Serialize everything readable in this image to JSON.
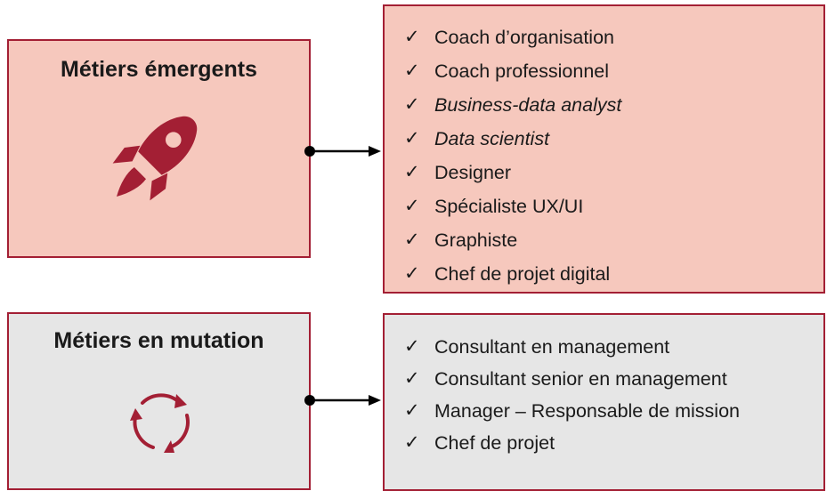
{
  "colors": {
    "accent": "#a31f34",
    "pink_fill": "#f6c8bd",
    "grey_fill": "#e6e6e6"
  },
  "emerging": {
    "title": "Métiers émergents",
    "icon": "rocket-icon",
    "items": [
      {
        "label": "Coach d’organisation",
        "italic": false
      },
      {
        "label": "Coach professionnel",
        "italic": false
      },
      {
        "label": "Business-data analyst",
        "italic": true
      },
      {
        "label": "Data scientist",
        "italic": true
      },
      {
        "label": "Designer",
        "italic": false
      },
      {
        "label": "Spécialiste UX/UI",
        "italic": false
      },
      {
        "label": "Graphiste",
        "italic": false
      },
      {
        "label": "Chef de projet digital",
        "italic": false
      }
    ]
  },
  "mutation": {
    "title": "Métiers en mutation",
    "icon": "cycle-arrows-icon",
    "items": [
      {
        "label": "Consultant en management",
        "italic": false
      },
      {
        "label": "Consultant senior en management",
        "italic": false
      },
      {
        "label": "Manager – Responsable de mission",
        "italic": false
      },
      {
        "label": "Chef de projet",
        "italic": false
      }
    ]
  },
  "check_mark": "✓"
}
